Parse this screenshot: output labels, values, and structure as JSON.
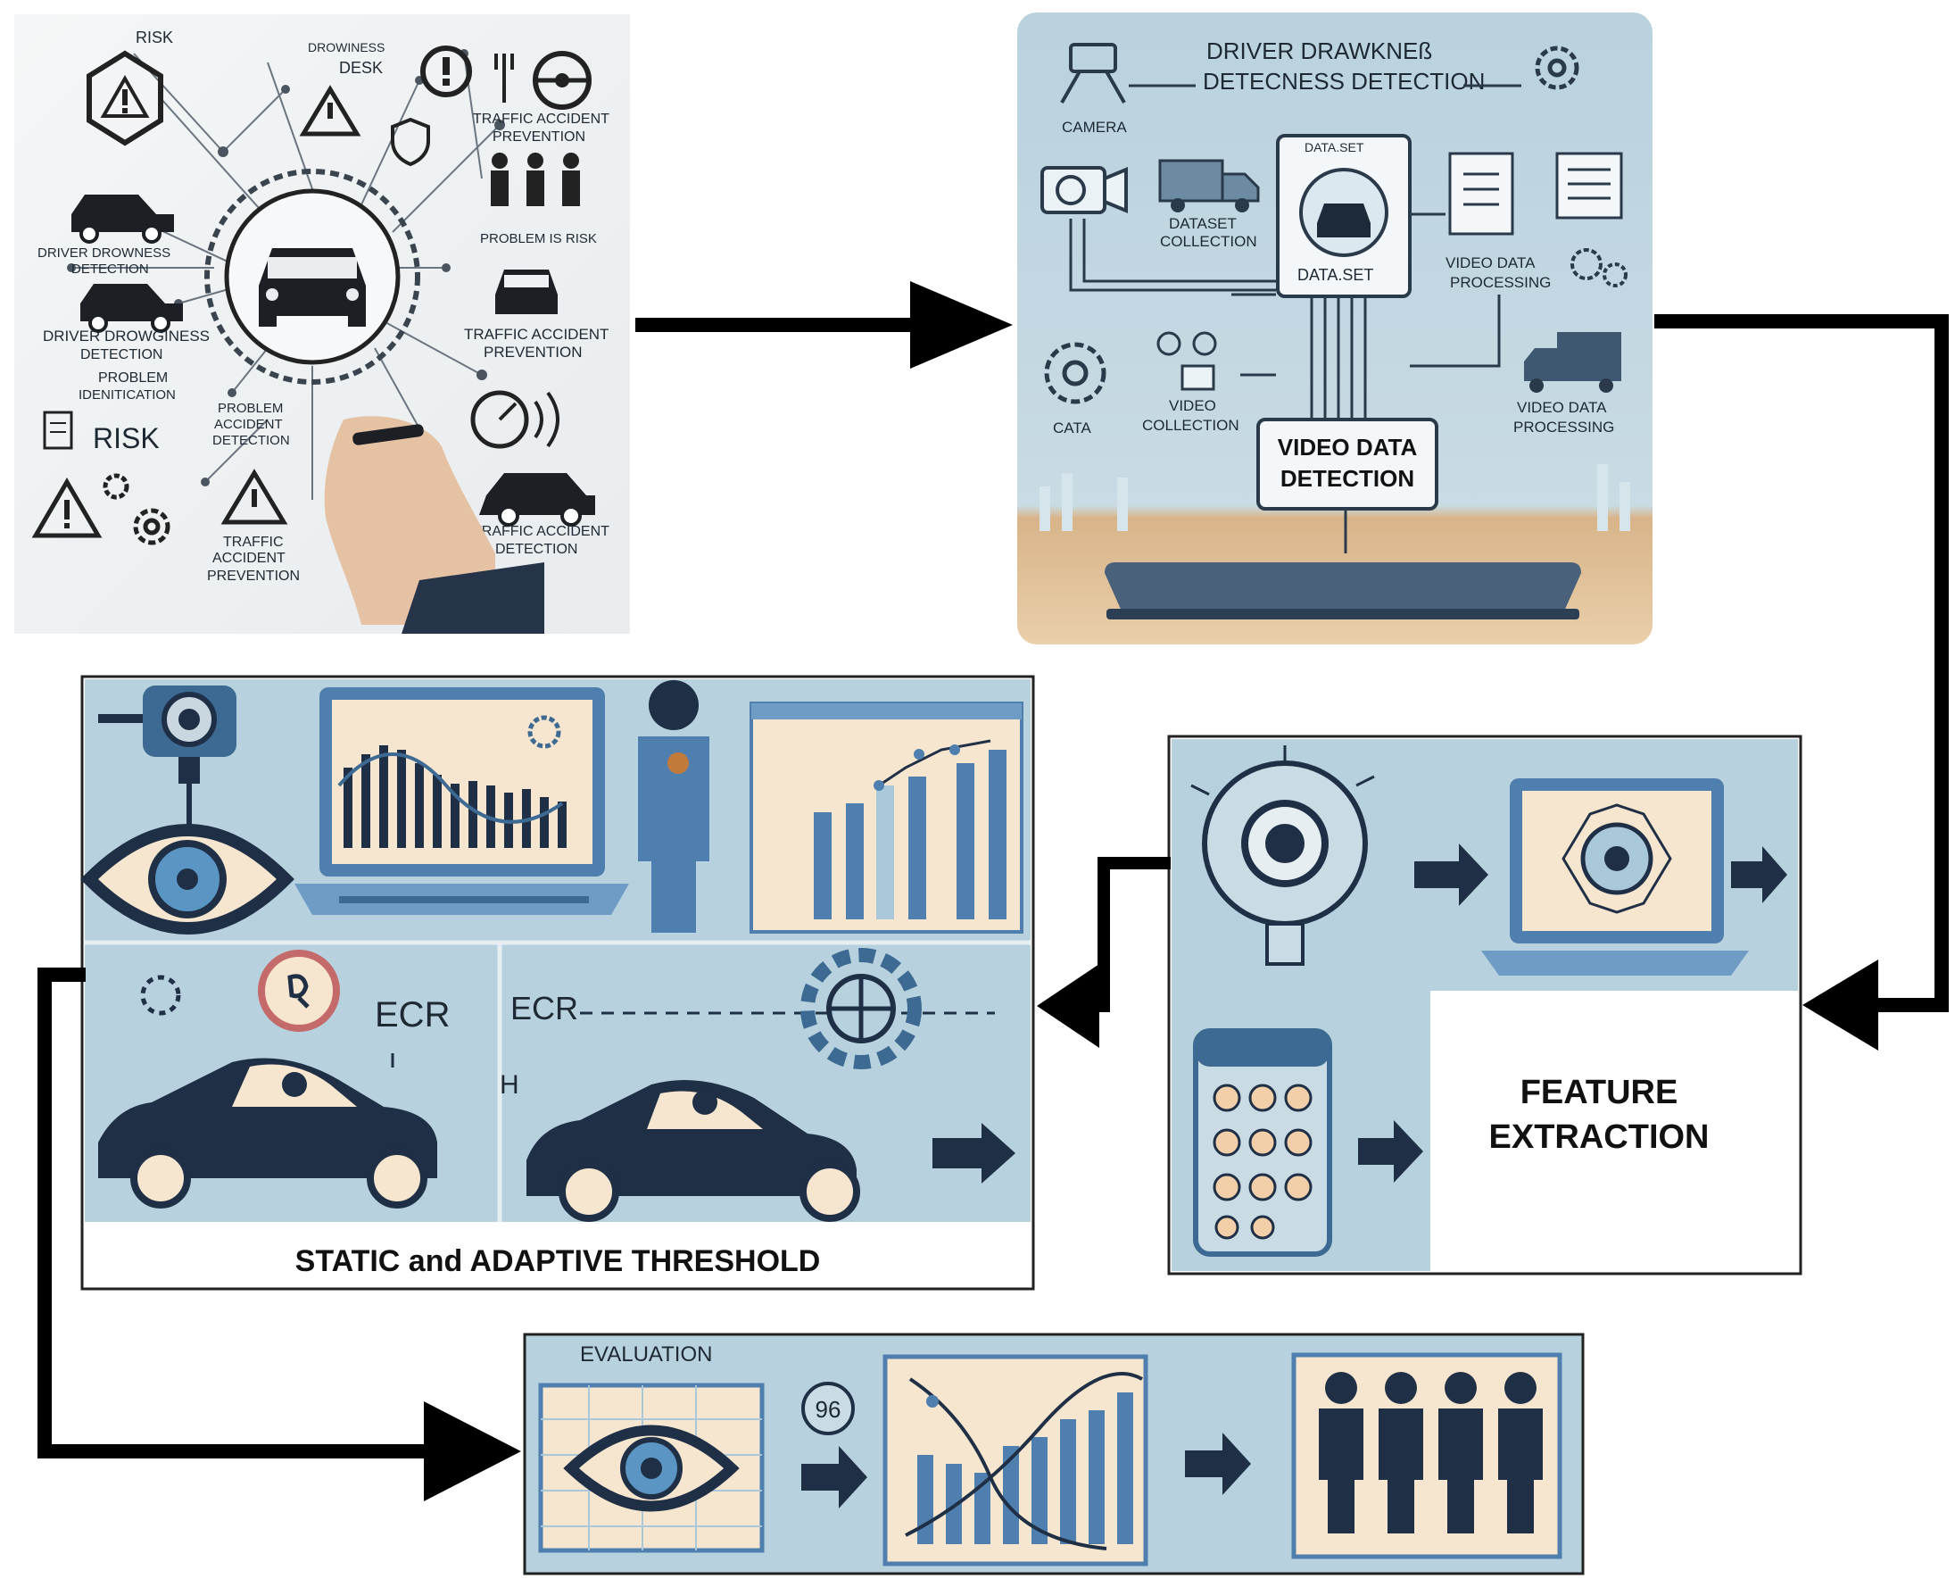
{
  "panel1": {
    "labels": {
      "risk_top": "RISK",
      "drowsiness_desk_1": "DROWINESS",
      "drowsiness_desk_2": "DESK",
      "traffic_accident_prevention_1a": "TRAFFIC ACCIDENT",
      "traffic_accident_prevention_1b": "PREVENTION",
      "problem_is_risk": "PROBLEM IS RISK",
      "driver_drowsiness_detection_1a": "DRIVER DROWNESS",
      "driver_drowsiness_detection_1b": "DETECTION",
      "driver_drowsiness_detection_2a": "DRIVER DROWGINESS",
      "driver_drowsiness_detection_2b": "DETECTION",
      "problem_identification_1": "PROBLEM",
      "problem_identification_2": "IDENITICATION",
      "risk_big": "RISK",
      "problem_accident_1": "PROBLEM",
      "problem_accident_2": "ACCIDENT",
      "problem_accident_3": "DETECTION",
      "traffic_accident_prevention_2a": "TRAFFIC ACCIDENT",
      "traffic_accident_prevention_2b": "PREVENTION",
      "traffic_accident_prevention_3a": "TRAFFIC",
      "traffic_accident_prevention_3b": "ACCIDENT",
      "traffic_accident_prevention_3c": "PREVENTION",
      "traffic_accident_detection_a": "TRAFFIC ACCIDENT",
      "traffic_accident_detection_b": "DETECTION"
    }
  },
  "panel2": {
    "labels": {
      "title_1": "DRIVER DRAWKNEß",
      "title_2": "DETECNESS DETECTION",
      "camera": "CAMERA",
      "dataset_header": "DATA.SET",
      "dataset": "DATA.SET",
      "dataset_collection_1": "DATASET",
      "dataset_collection_2": "COLLECTION",
      "video_data_processing_1a": "VIDEO DATA",
      "video_data_processing_1b": "PROCESSING",
      "cata": "CATA",
      "video_collection_1": "VIDEO",
      "video_collection_2": "COLLECTION",
      "video_data_processing_2a": "VIDEO DATA",
      "video_data_processing_2b": "PROCESSING",
      "video_data_detection_1": "VIDEO DATA",
      "video_data_detection_2": "DETECTION"
    }
  },
  "panel3": {
    "labels": {
      "ecr_1": "ECR",
      "ecr_2": "ECR",
      "h_mark": "H",
      "caption": "STATIC and ADAPTIVE THRESHOLD"
    }
  },
  "panel4": {
    "labels": {
      "caption_1": "FEATURE",
      "caption_2": "EXTRACTION"
    }
  },
  "panel5": {
    "labels": {
      "title": "EVALUATION",
      "badge": "96"
    }
  },
  "colors": {
    "navy": "#1f2f46",
    "blue": "#4e7fae",
    "light_blue": "#a9c8d9",
    "cream": "#f6e6cf",
    "arrow": "#000000"
  }
}
